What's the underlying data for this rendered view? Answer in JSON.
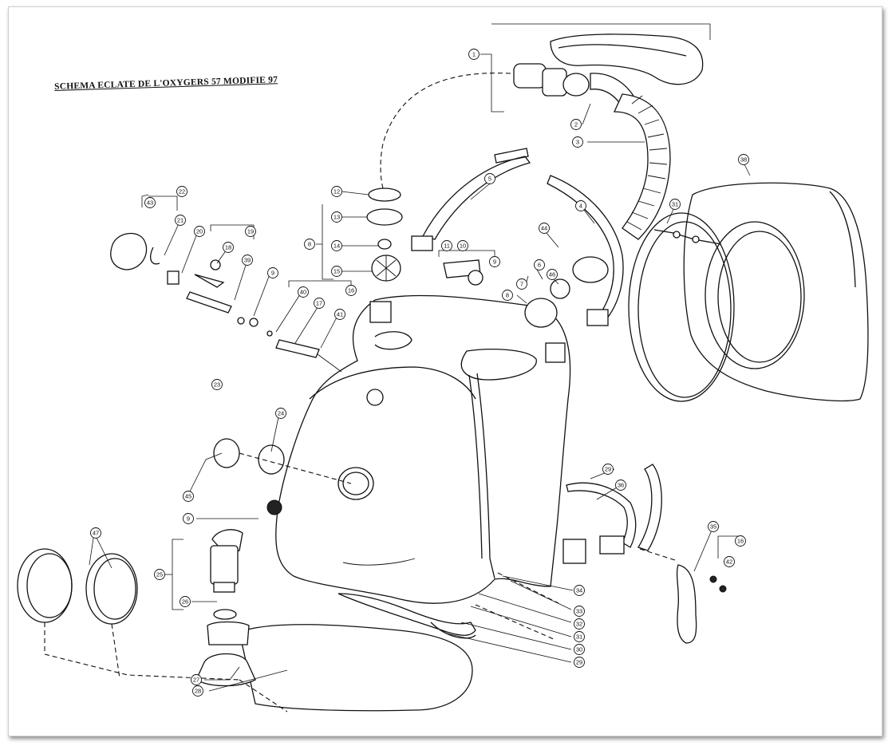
{
  "title": "SCHEMA ECLATE DE L'OXYGERS 57 MODIFIE 97",
  "callouts": [
    "1",
    "2",
    "3",
    "38",
    "12",
    "13",
    "14",
    "15",
    "8",
    "11",
    "10",
    "9",
    "5",
    "4",
    "31",
    "22",
    "43",
    "21",
    "20",
    "18",
    "19",
    "39",
    "9",
    "40",
    "17",
    "16",
    "41",
    "6",
    "7",
    "46",
    "8",
    "23",
    "24",
    "45",
    "9",
    "47",
    "25",
    "26",
    "27",
    "28",
    "29",
    "36",
    "35",
    "16",
    "42",
    "44",
    "34",
    "33",
    "32",
    "31",
    "30",
    "29"
  ]
}
